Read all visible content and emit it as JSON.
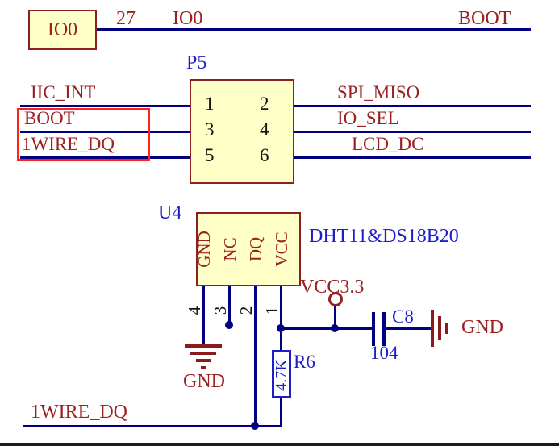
{
  "top": {
    "component_label": "IO0",
    "pin_number": "27",
    "net_label": "IO0",
    "right_net": "BOOT"
  },
  "connector": {
    "designator": "P5",
    "pins": [
      "1",
      "2",
      "3",
      "4",
      "5",
      "6"
    ],
    "left_nets": [
      "IIC_INT",
      "BOOT",
      "1WIRE_DQ"
    ],
    "right_nets": [
      "SPI_MISO",
      "IO_SEL",
      "LCD_DC"
    ]
  },
  "sensor": {
    "designator": "U4",
    "part_title": "DHT11&DS18B20",
    "pin_names": [
      "GND",
      "NC",
      "DQ",
      "VCC"
    ],
    "pin_numbers": [
      "4",
      "3",
      "2",
      "1"
    ],
    "power_net": "VCC3.3",
    "gnd_left": "GND",
    "gnd_right": "GND",
    "capacitor_designator": "C8",
    "capacitor_value": "104",
    "resistor_designator": "R6",
    "resistor_value": "4.7K",
    "bottom_net": "1WIRE_DQ"
  },
  "colors": {
    "net_label": "#9B2121",
    "designator_blue": "#1E1EC8",
    "wire": "#000080",
    "component_fill": "#FFFFC8",
    "component_border": "#8B2020",
    "highlight": "#FF2020"
  }
}
